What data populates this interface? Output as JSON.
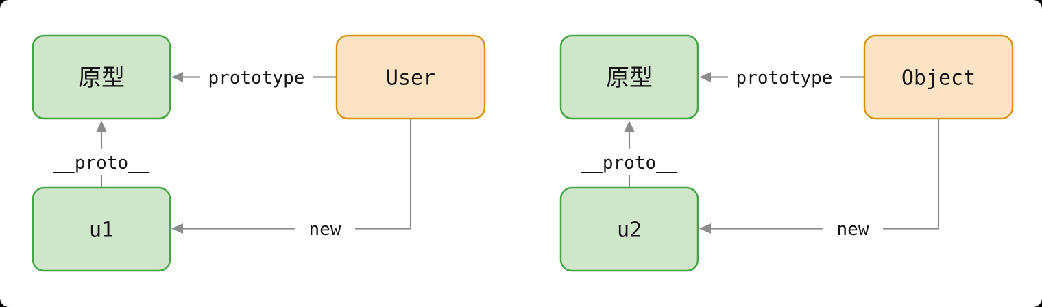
{
  "colors": {
    "canvas_bg": "#ffffff",
    "outer_bg": "#000000",
    "node_green_fill": "#cfe6ca",
    "node_green_stroke": "#46a546",
    "node_orange_fill": "#fce3c3",
    "node_orange_stroke": "#da9412",
    "edge_line": "#8c8c8c",
    "text": "#141414"
  },
  "diagrams": [
    {
      "name": "user-prototype-chain",
      "prototype_node": "原型",
      "constructor_node": "User",
      "instance_node": "u1",
      "prototype_edge_label": "prototype",
      "proto_edge_label": "__proto__",
      "new_edge_label": "new"
    },
    {
      "name": "object-prototype-chain",
      "prototype_node": "原型",
      "constructor_node": "Object",
      "instance_node": "u2",
      "prototype_edge_label": "prototype",
      "proto_edge_label": "__proto__",
      "new_edge_label": "new"
    }
  ]
}
